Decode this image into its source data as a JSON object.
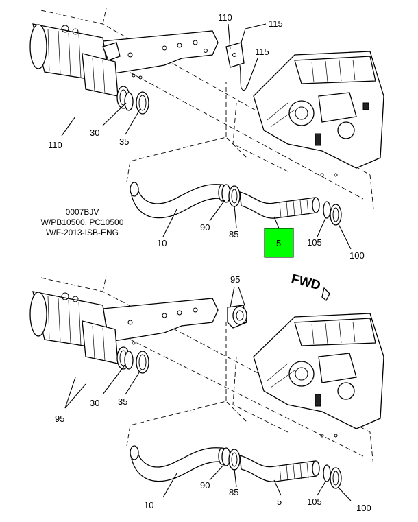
{
  "drawing_note": [
    "0007BJV",
    "W/PB10500, PC10500",
    "W/F-2013-ISB-ENG"
  ],
  "direction_label": "FWD",
  "highlight_color": "#00ff00",
  "callouts_top": {
    "c110_top": "110",
    "c115_a": "115",
    "c115_b": "115",
    "c110_left": "110",
    "c30": "30",
    "c35": "35",
    "c90": "90",
    "c85": "85",
    "c10": "10",
    "c5": "5",
    "c105": "105",
    "c100": "100"
  },
  "callouts_bottom": {
    "c95_top": "95",
    "c95_left": "95",
    "c30": "30",
    "c35": "35",
    "c90": "90",
    "c85": "85",
    "c10": "10",
    "c5": "5",
    "c105": "105",
    "c100": "100"
  }
}
